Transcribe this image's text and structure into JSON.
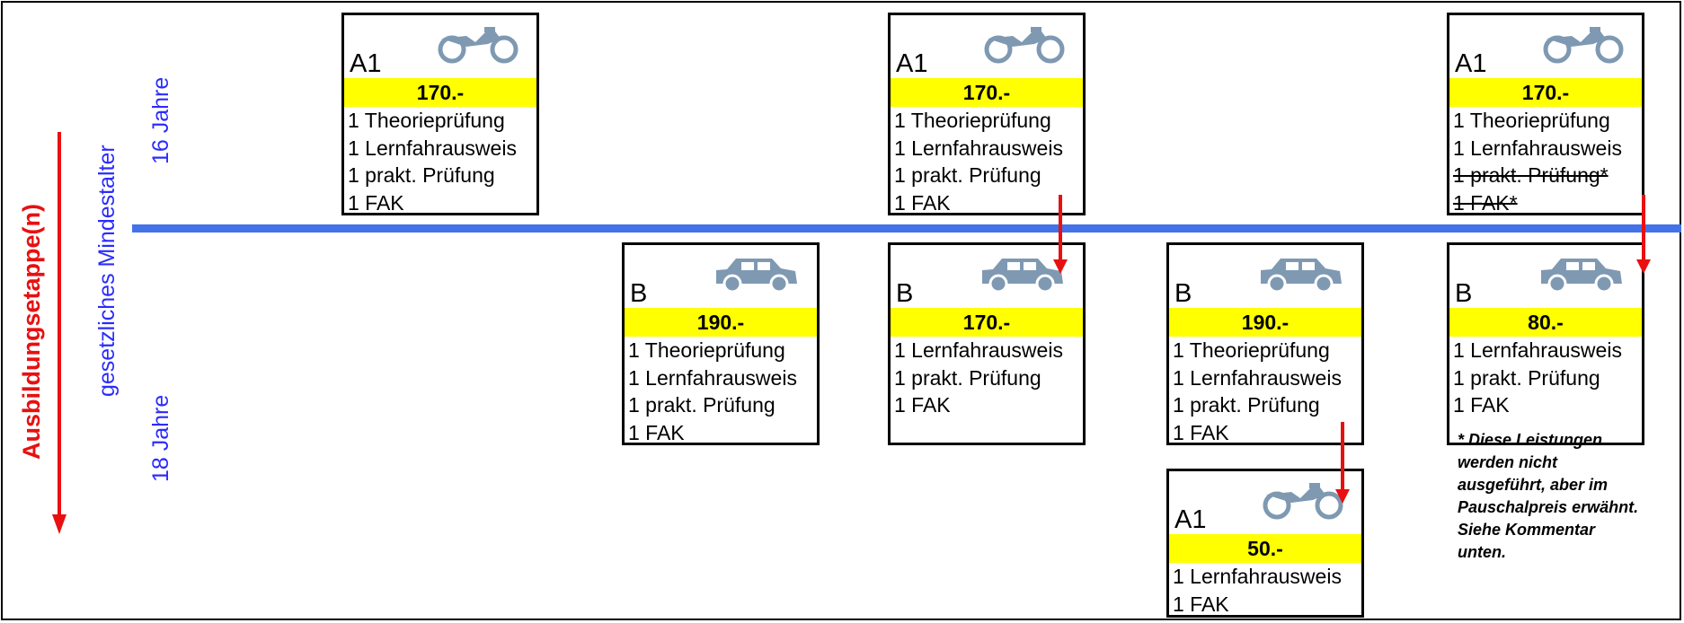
{
  "axis_title": "Ausbildungsetappe(n)",
  "min_age_title": "gesetzliches Mindestalter",
  "age_16": "16 Jahre",
  "age_18": "18 Jahre",
  "colors": {
    "timeline": "#4472e8",
    "price_band": "#ffff00",
    "arrow": "#e81010",
    "vehicle": "#7f99b2",
    "age": "#2b2bff",
    "axis": "#e81010"
  },
  "cards": [
    {
      "id": "a1-first-col",
      "category": "A1",
      "vehicle": "motorcycle-icon",
      "price": "170.-",
      "items": [
        {
          "text": "1 Theorieprüfung"
        },
        {
          "text": "1 Lernfahrausweis"
        },
        {
          "text": "1 prakt. Prüfung"
        },
        {
          "text": "1 FAK"
        }
      ]
    },
    {
      "id": "b-first-col",
      "category": "B",
      "vehicle": "car-icon",
      "price": "190.-",
      "items": [
        {
          "text": "1 Theorieprüfung"
        },
        {
          "text": "1 Lernfahrausweis"
        },
        {
          "text": "1 prakt. Prüfung"
        },
        {
          "text": "1 FAK"
        }
      ]
    },
    {
      "id": "a1-second-col",
      "category": "A1",
      "vehicle": "motorcycle-icon",
      "price": "170.-",
      "items": [
        {
          "text": "1 Theorieprüfung"
        },
        {
          "text": "1 Lernfahrausweis"
        },
        {
          "text": "1 prakt. Prüfung"
        },
        {
          "text": "1 FAK"
        }
      ]
    },
    {
      "id": "b-second-col",
      "category": "B",
      "vehicle": "car-icon",
      "price": "170.-",
      "items": [
        {
          "text": "1 Lernfahrausweis"
        },
        {
          "text": "1 prakt. Prüfung"
        },
        {
          "text": "1 FAK"
        }
      ]
    },
    {
      "id": "b-third-col",
      "category": "B",
      "vehicle": "car-icon",
      "price": "190.-",
      "items": [
        {
          "text": "1 Theorieprüfung"
        },
        {
          "text": "1 Lernfahrausweis"
        },
        {
          "text": "1 prakt. Prüfung"
        },
        {
          "text": "1 FAK"
        }
      ]
    },
    {
      "id": "a1-third-col",
      "category": "A1",
      "vehicle": "motorcycle-icon",
      "price": "50.-",
      "items": [
        {
          "text": "1 Lernfahrausweis"
        },
        {
          "text": "1 FAK"
        }
      ]
    },
    {
      "id": "a1-fourth-col",
      "category": "A1",
      "vehicle": "motorcycle-icon",
      "price": "170.-",
      "items": [
        {
          "text": "1 Theorieprüfung"
        },
        {
          "text": "1 Lernfahrausweis"
        },
        {
          "text": "1 prakt. Prüfung*",
          "strike": true
        },
        {
          "text": "1 FAK*",
          "strike": true
        }
      ]
    },
    {
      "id": "b-fourth-col",
      "category": "B",
      "vehicle": "car-icon",
      "price": "80.-",
      "items": [
        {
          "text": "1 Lernfahrausweis"
        },
        {
          "text": "1 prakt. Prüfung"
        },
        {
          "text": "1 FAK"
        }
      ]
    }
  ],
  "note": "* Diese Leistungen werden nicht ausgeführt, aber im Pauschalpreis erwähnt. Siehe Kommentar unten."
}
